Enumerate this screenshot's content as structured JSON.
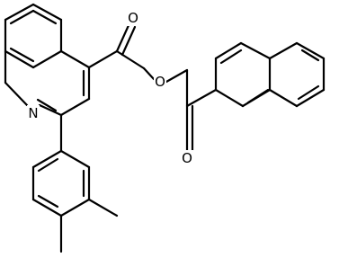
{
  "diagram": {
    "type": "chemical-structure",
    "colors": {
      "bond": "#000000",
      "label": "#000000",
      "background": "#ffffff"
    },
    "atoms": [
      {
        "id": "o_carbonyl_ester",
        "symbol": "O"
      },
      {
        "id": "o_ester",
        "symbol": "O"
      },
      {
        "id": "n_quinoline",
        "symbol": "N"
      },
      {
        "id": "o_ketone",
        "symbol": "O"
      }
    ]
  }
}
